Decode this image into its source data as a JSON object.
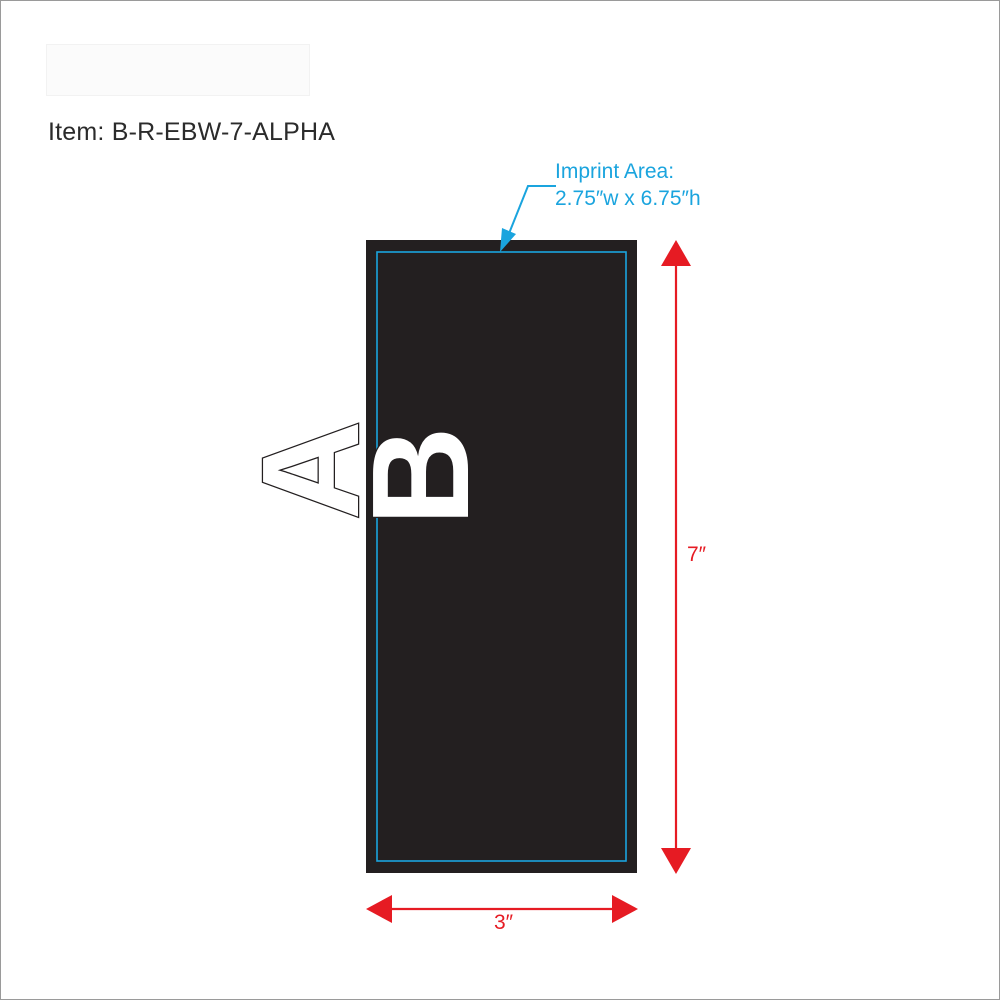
{
  "item": {
    "label": "Item: B-R-EBW-7-ALPHA"
  },
  "imprint_area": {
    "line1": "Imprint Area:",
    "line2": "2.75″w x 6.75″h"
  },
  "dimensions": {
    "height_label": "7″",
    "width_label": "3″"
  },
  "sample_letters": [
    "A",
    "B"
  ],
  "colors": {
    "panel": "#231f20",
    "imprint_border": "#1aa4de",
    "dimension_arrows": "#e61b23",
    "text": "#2b2b2b"
  }
}
